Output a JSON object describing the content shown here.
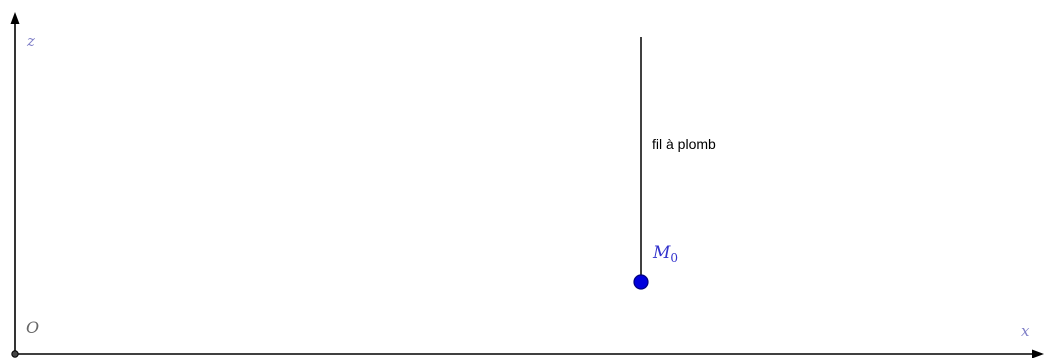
{
  "diagram": {
    "axes": {
      "vertical_label": "z",
      "horizontal_label": "x",
      "origin_label": "O",
      "axis_color": "#000000",
      "axis_label_color": "#8080c8",
      "origin_label_color": "#666666"
    },
    "plumb_line": {
      "label": "fil à plomb",
      "line_color": "#000000",
      "label_color": "#000000"
    },
    "point": {
      "label_main": "M",
      "label_sub": "0",
      "fill_color": "#0000dd",
      "stroke_color": "#000080",
      "label_color": "#3333cc"
    }
  }
}
